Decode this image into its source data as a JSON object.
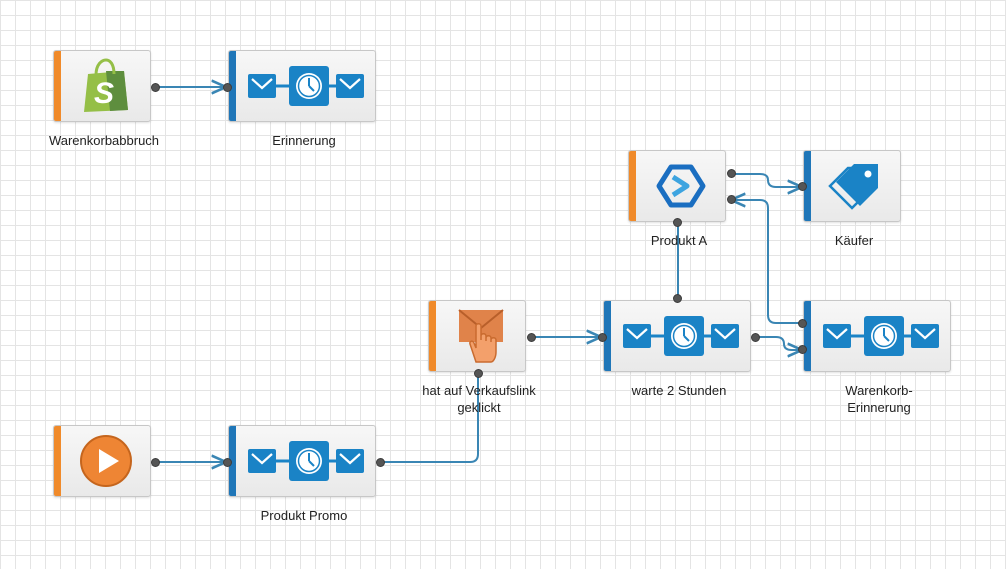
{
  "colors": {
    "trigger_stripe": "#f08a2a",
    "action_stripe": "#1f76b8",
    "connector": "#3a86b4",
    "icon_blue": "#1a83c6",
    "shopify_green": "#95bf47",
    "play_orange": "#ee8534"
  },
  "nodes": {
    "warenkorbabbruch": {
      "label": "Warenkorbabbruch",
      "icon": "shopify-icon"
    },
    "erinnerung": {
      "label": "Erinnerung",
      "icon": "email-timer-email-icon"
    },
    "produkt_a": {
      "label": "Produkt A",
      "icon": "product-logo-icon"
    },
    "kaeufer": {
      "label": "Käufer",
      "icon": "tag-icon"
    },
    "verkaufslink": {
      "label": "hat auf Verkaufslink\ngeklickt",
      "icon": "email-click-icon"
    },
    "warte": {
      "label": "warte 2 Stunden",
      "icon": "email-timer-email-icon"
    },
    "warenkorb_erinnerung": {
      "label": "Warenkorb-\nErinnerung",
      "icon": "email-timer-email-icon"
    },
    "start": {
      "label": "",
      "icon": "play-icon"
    },
    "produkt_promo": {
      "label": "Produkt Promo",
      "icon": "email-timer-email-icon"
    }
  }
}
